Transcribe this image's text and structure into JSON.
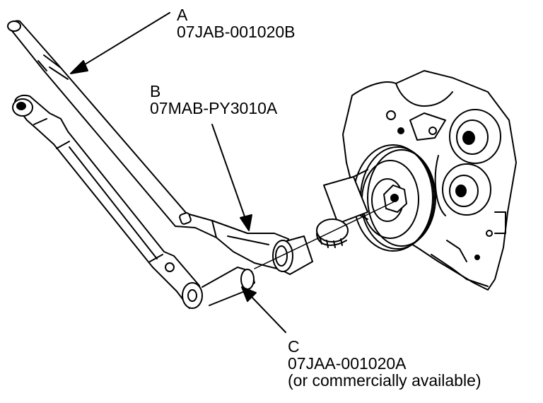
{
  "callouts": {
    "a": {
      "letter": "A",
      "part_number": "07JAB-001020B"
    },
    "b": {
      "letter": "B",
      "part_number": "07MAB-PY3010A"
    },
    "c": {
      "letter": "C",
      "part_number": "07JAA-001020A",
      "note": "(or commercially available)"
    }
  },
  "colors": {
    "ink": "#000000",
    "paper": "#ffffff"
  }
}
